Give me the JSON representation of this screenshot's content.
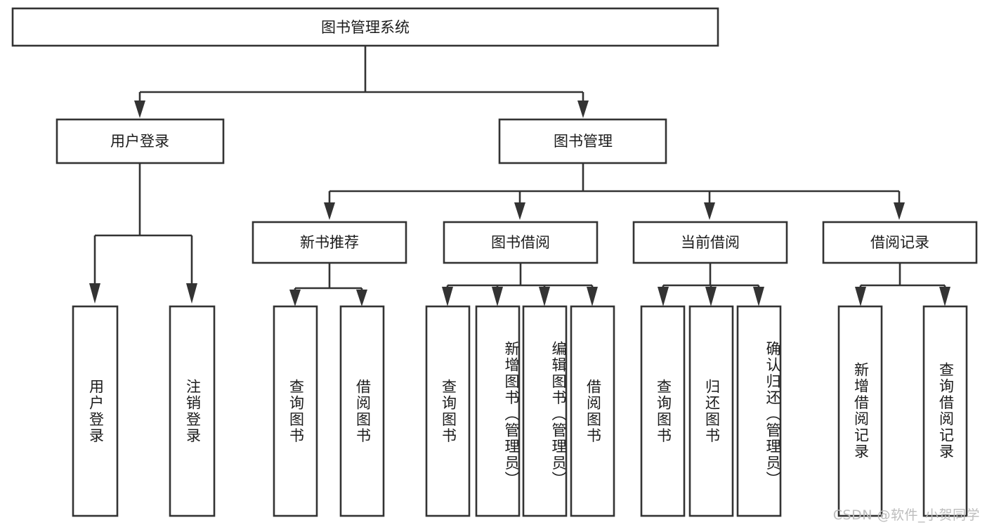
{
  "diagram": {
    "title": "图书管理系统",
    "type": "tree",
    "orientation": "top-down",
    "colors": {
      "box_border": "#333333",
      "box_fill": "#ffffff",
      "line": "#333333",
      "text": "#1b1b1b",
      "background": "#ffffff",
      "watermark": "#bdbdbd"
    },
    "root": {
      "label": "图书管理系统"
    },
    "level2": [
      {
        "label": "用户登录"
      },
      {
        "label": "图书管理"
      }
    ],
    "level3": [
      {
        "label": "新书推荐"
      },
      {
        "label": "图书借阅"
      },
      {
        "label": "当前借阅"
      },
      {
        "label": "借阅记录"
      }
    ],
    "leaves": {
      "user_login": [
        {
          "label": "用户登录"
        },
        {
          "label": "注销登录"
        }
      ],
      "new_book_recommend": [
        {
          "label": "查询图书"
        },
        {
          "label": "借阅图书"
        }
      ],
      "book_borrow": [
        {
          "label": "查询图书"
        },
        {
          "label": "新增图书（管理员）"
        },
        {
          "label": "编辑图书（管理员）"
        },
        {
          "label": "借阅图书"
        }
      ],
      "current_borrow": [
        {
          "label": "查询图书"
        },
        {
          "label": "归还图书"
        },
        {
          "label": "确认归还（管理员）"
        }
      ],
      "borrow_record": [
        {
          "label": "新增借阅记录"
        },
        {
          "label": "查询借阅记录"
        }
      ]
    }
  },
  "watermark": {
    "text": "CSDN @软件_小贺同学"
  }
}
